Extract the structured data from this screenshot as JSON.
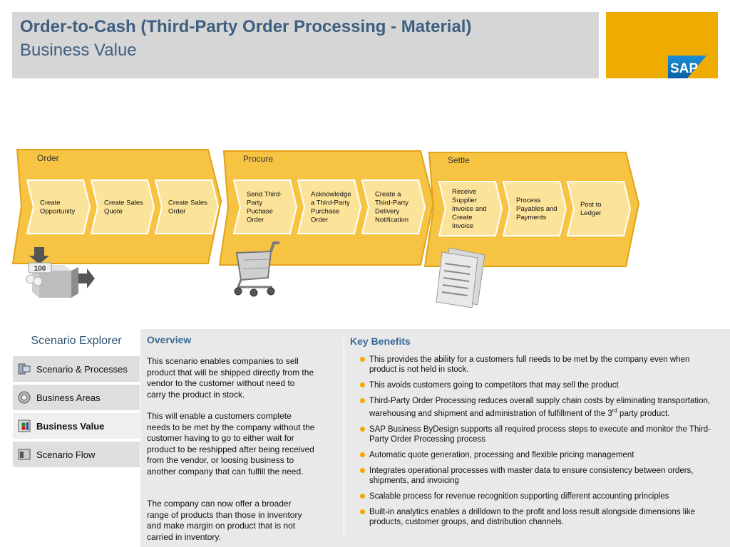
{
  "header": {
    "title": "Order-to-Cash (Third-Party Order Processing - Material)",
    "subtitle": "Business Value",
    "logo_text": "SAP"
  },
  "colors": {
    "accent": "#f0ab00",
    "title": "#3f5f80",
    "heading": "#3a6a95",
    "phase_fill": "#f6c342",
    "step_fill": "#fce39a"
  },
  "phases": [
    {
      "label": "Order",
      "icon": "inventory-box-icon",
      "steps": [
        {
          "lines": [
            "Create",
            "Opportunity"
          ]
        },
        {
          "lines": [
            "Create Sales",
            "Quote"
          ]
        },
        {
          "lines": [
            "Create Sales",
            "Order"
          ]
        }
      ]
    },
    {
      "label": "Procure",
      "icon": "shopping-cart-icon",
      "steps": [
        {
          "lines": [
            "Send Third-",
            "Party",
            "Puchase",
            "Order"
          ]
        },
        {
          "lines": [
            "Acknowledge",
            "a Third-Party",
            "Purchase",
            "Order"
          ]
        },
        {
          "lines": [
            "Create a",
            "Third-Party",
            "Delivery",
            "Notification"
          ]
        }
      ]
    },
    {
      "label": "Settle",
      "icon": "invoice-document-icon",
      "steps": [
        {
          "lines": [
            "Receive",
            "Supplier",
            "Invoice and",
            "Create",
            "Invoice"
          ]
        },
        {
          "lines": [
            "Process",
            "Payables and",
            "Payments"
          ]
        },
        {
          "lines": [
            "Post to",
            "Ledger"
          ]
        }
      ]
    }
  ],
  "inventory_badge": "100",
  "explorer": {
    "title": "Scenario Explorer",
    "items": [
      {
        "label": "Scenario & Processes",
        "icon": "scenario-processes-icon"
      },
      {
        "label": "Business Areas",
        "icon": "business-areas-icon"
      },
      {
        "label": "Business Value",
        "icon": "business-value-icon",
        "active": true
      },
      {
        "label": "Scenario Flow",
        "icon": "scenario-flow-icon"
      }
    ]
  },
  "overview": {
    "heading": "Overview",
    "paragraphs": [
      "This scenario enables companies to sell product that will be shipped directly from the vendor to the customer without need to carry the product in stock.",
      "This will enable a customers complete needs to be met by the company without the customer having to go to either wait for product to be reshipped after being received from the vendor, or loosing business to another company that can fulfill the need.",
      "The company can now offer a broader range of products than those in inventory and make margin on product that is not carried in inventory."
    ]
  },
  "benefits": {
    "heading": "Key Benefits",
    "items": [
      "This provides the ability for a customers full needs to be met by the company even when product is not held in stock.",
      "This avoids  customers going to competitors that may sell the product",
      "Third-Party Order Processing reduces overall supply chain costs by eliminating transportation, warehousing and shipment and administration of fulfillment of the 3rd party product.",
      "SAP Business ByDesign supports all required process steps to execute and monitor the Third-Party Order Processing process",
      "Automatic quote generation, processing and flexible pricing management",
      "Integrates operational processes with master data to ensure consistency between orders, shipments, and invoicing",
      "Scalable process for revenue recognition supporting different accounting principles",
      "Built-in analytics enables a drilldown to the profit and loss result alongside dimensions like products, customer groups, and distribution channels."
    ]
  }
}
